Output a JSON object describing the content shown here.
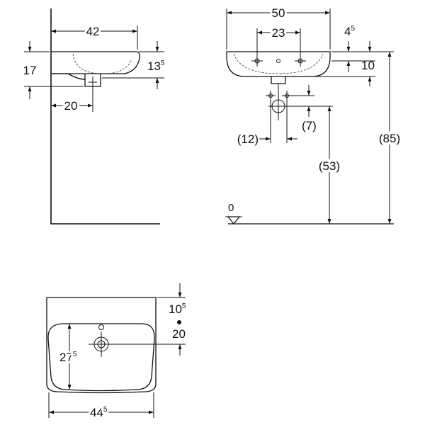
{
  "side_view": {
    "width_top": "42",
    "height_total": "17",
    "height_rim_main": "13",
    "height_rim_sup": "5",
    "offset_waste": "20"
  },
  "front_view": {
    "width_total": "50",
    "tap_spacing": "23",
    "rim_top_main": "4",
    "rim_top_sup": "5",
    "bowl_depth": "10",
    "waste_offset": "(12)",
    "waste_height": "(7)",
    "height_rim_floor": "(85)",
    "height_waste_floor": "(53)",
    "floor_level": "0"
  },
  "top_view": {
    "depth_tap_main": "10",
    "depth_tap_sup": "5",
    "tap_to_waste": "20",
    "bowl_depth_main": "27",
    "bowl_depth_sup": "5",
    "bowl_width_main": "44",
    "bowl_width_sup": "5"
  }
}
